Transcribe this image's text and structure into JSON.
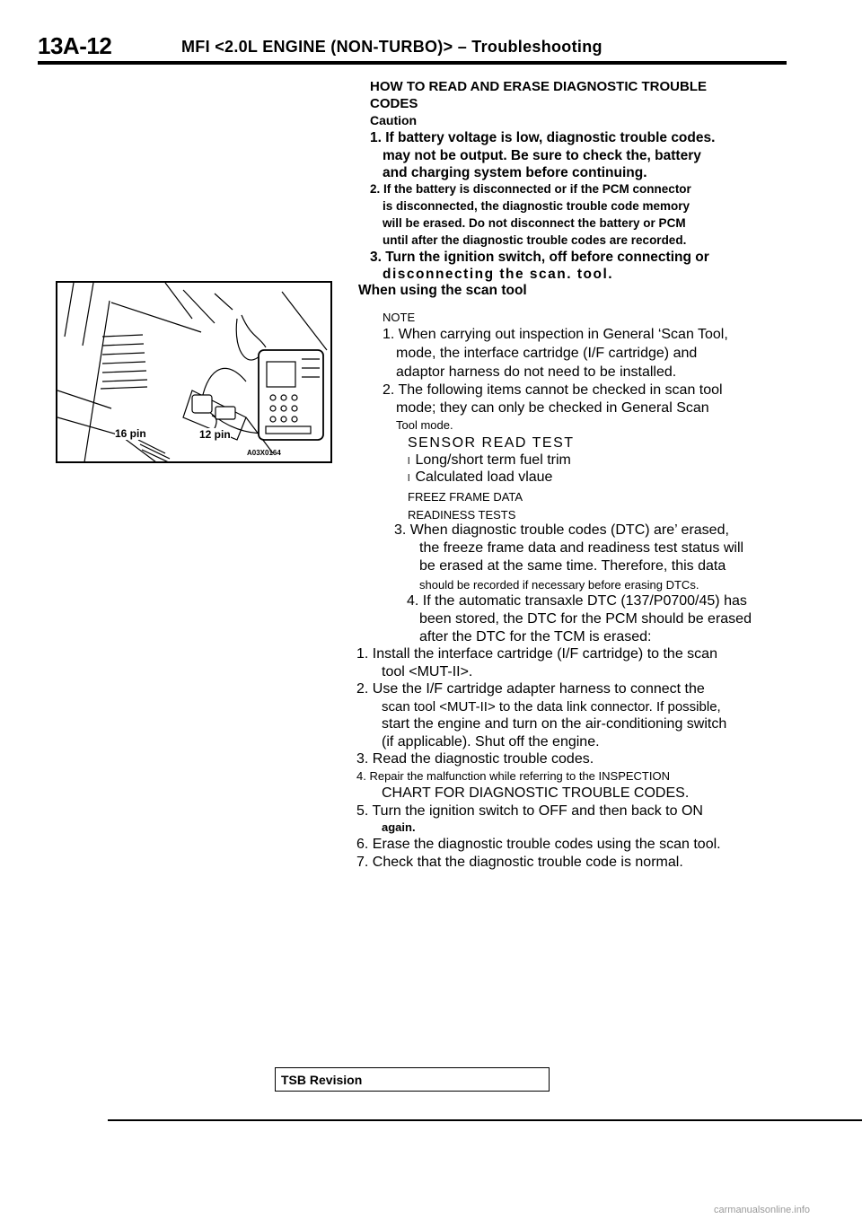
{
  "header": {
    "code": "13A-12",
    "title": "MFI <2.0L ENGINE (NON-TURBO)> – Troubleshooting"
  },
  "section": {
    "heading_line1": "HOW TO READ AND ERASE DIAGNOSTIC TROUBLE",
    "heading_line2": "CODES",
    "caution_label": "Caution",
    "caution_1": [
      "1. If battery voltage is low, diagnostic trouble codes.",
      "may not be output.  Be sure to check the, battery",
      "and charging system before continuing."
    ],
    "caution_2": [
      "2. If the battery is disconnected or if the PCM connector",
      "is disconnected, the diagnostic trouble code memory",
      "will be erased. Do not disconnect the battery or PCM",
      "until after the diagnostic trouble codes are recorded."
    ],
    "caution_3": [
      "3. Turn the ignition switch, off before connecting or",
      "disconnecting the scan. tool."
    ],
    "subheading": "When using the scan tool"
  },
  "note": {
    "label": "NOTE",
    "item_1": [
      "1. When carrying out inspection in General ‘Scan Tool,",
      "mode, the interface cartridge (I/F cartridge) and",
      "adaptor harness do not need to be installed."
    ],
    "item_2": [
      "2. The following items cannot be checked in scan tool",
      "mode; they can only be checked in General Scan",
      "Tool mode."
    ],
    "sensor_title": "SENSOR READ TEST",
    "bullets": [
      "Long/short term fuel trim",
      "Calculated load vlaue"
    ],
    "freeze": "FREEZ FRAME DATA",
    "readiness": "READINESS TESTS",
    "item_3": [
      "3. When diagnostic trouble codes (DTC) are’ erased,",
      "the freeze frame data and readiness test status will",
      "be erased at the same time. Therefore, this data",
      "should be recorded if necessary before erasing DTCs."
    ],
    "item_4": [
      "4. If the automatic transaxle DTC (137/P0700/45) has",
      "been stored, the DTC for the PCM should be erased",
      "after the DTC for the TCM is erased:"
    ]
  },
  "steps": {
    "s1": [
      "1. Install the interface cartridge (I/F cartridge) to the scan",
      "tool <MUT-II>."
    ],
    "s2": [
      "2. Use the I/F cartridge adapter harness to connect the",
      "scan tool <MUT-II> to the data link connector. If possible,",
      "start the engine and turn on the air-conditioning switch",
      "(if applicable). Shut off the engine."
    ],
    "s3": "3. Read the diagnostic trouble codes.",
    "s4": [
      "4. Repair the malfunction while referring to the INSPECTION",
      "CHART FOR DIAGNOSTIC TROUBLE CODES."
    ],
    "s5": [
      "5. Turn the ignition switch to OFF and then back to ON",
      "again."
    ],
    "s6": "6. Erase the diagnostic trouble codes using the scan tool.",
    "s7": "7. Check that the diagnostic trouble code is normal."
  },
  "figure": {
    "label_16pin": "16 pin",
    "label_12pin": "12 pin",
    "code": "A03X0164"
  },
  "footer": {
    "tsb": "TSB Revision",
    "watermark": "carmanualsonline.info"
  }
}
